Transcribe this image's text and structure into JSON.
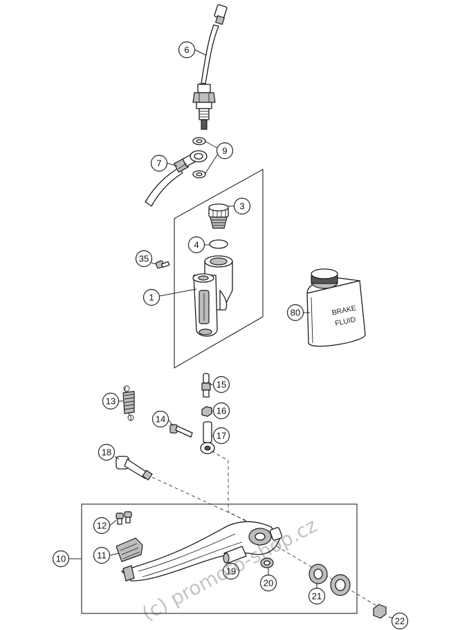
{
  "callouts": {
    "c1": "1",
    "c3": "3",
    "c4": "4",
    "c6": "6",
    "c7": "7",
    "c9a": "9",
    "c9b": "9",
    "c10": "10",
    "c11": "11",
    "c12": "12",
    "c13": "13",
    "c14": "14",
    "c15": "15",
    "c16": "16",
    "c17": "17",
    "c18": "18",
    "c19": "19",
    "c20": "20",
    "c21": "21",
    "c22": "22",
    "c35": "35",
    "c80": "80"
  },
  "bottle": {
    "line1": "BRAKE",
    "line2": "FLUID"
  },
  "watermark": "(c) promoto-shop.cz"
}
